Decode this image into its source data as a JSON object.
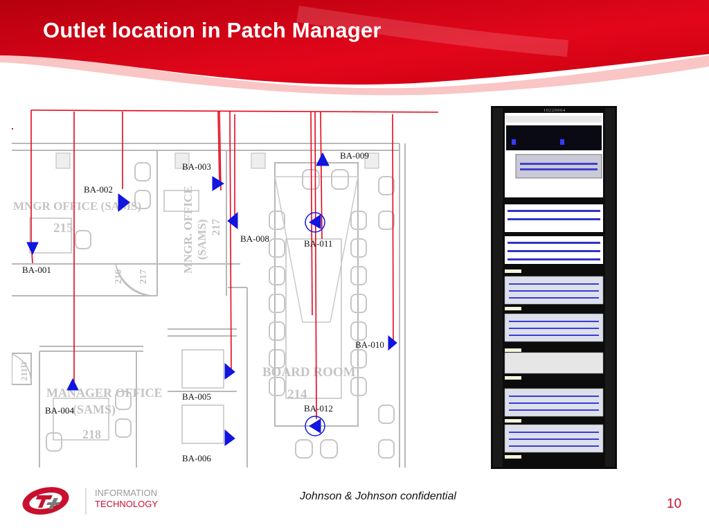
{
  "slide": {
    "title": "Outlet location in Patch Manager",
    "footer_text": "Johnson & Johnson confidential",
    "page_number": "10",
    "accent_color": "#e3061b",
    "logo": {
      "line1": "INFORMATION",
      "line2": "TECHNOLOGY"
    }
  },
  "floorplan": {
    "outlets": [
      {
        "id": "BA-001"
      },
      {
        "id": "BA-002"
      },
      {
        "id": "BA-003"
      },
      {
        "id": "BA-004"
      },
      {
        "id": "BA-005"
      },
      {
        "id": "BA-006"
      },
      {
        "id": "BA-008"
      },
      {
        "id": "BA-009"
      },
      {
        "id": "BA-010"
      },
      {
        "id": "BA-011"
      },
      {
        "id": "BA-012"
      }
    ],
    "rooms": {
      "mngr_office_left": "MNGR OFFICE (SAMS)",
      "room_215": "215",
      "mngr_office_vertical_1": "MNGR. OFFICE",
      "mngr_office_vertical_2": "(SAMS)",
      "room_217_label": "217",
      "room_216": "216",
      "room_217": "217",
      "room_211": "211D",
      "manager_office": "MANAGER OFFICE",
      "manager_office_sub": "(SAMS)",
      "room_218": "218",
      "board_room": "BOARD ROOM",
      "room_214": "214"
    }
  },
  "rack": {
    "top_label": "10220004"
  }
}
